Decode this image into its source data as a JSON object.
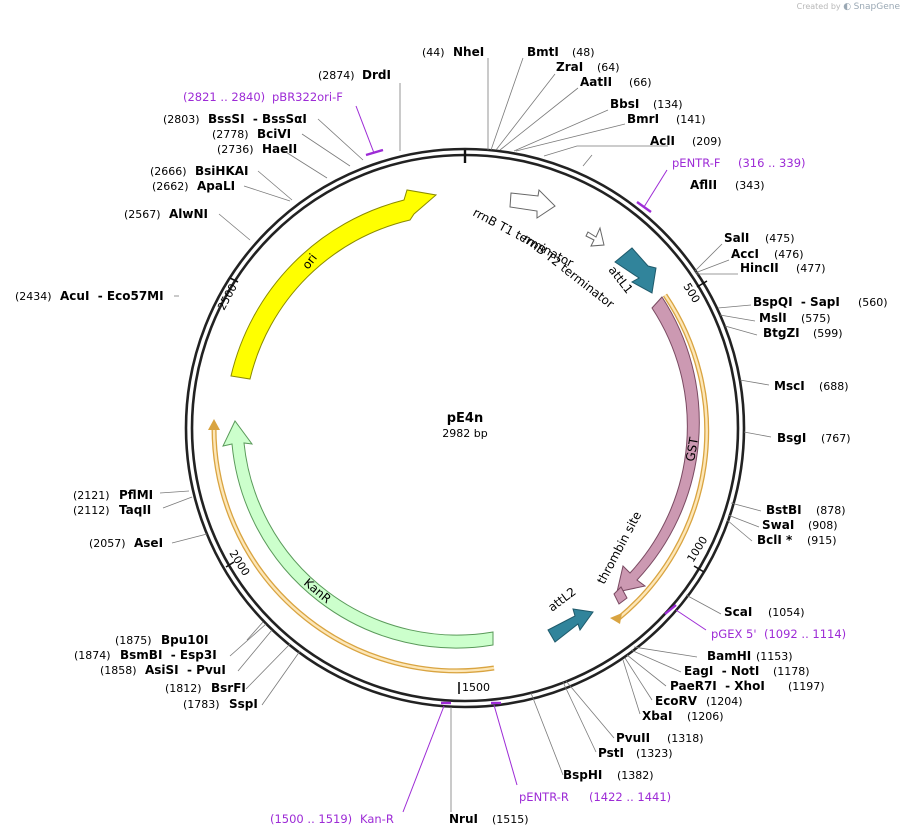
{
  "credit": {
    "prefix": "Created by",
    "brand": "SnapGene"
  },
  "plasmid": {
    "name": "pE4n",
    "size_label": "2982 bp",
    "length": 2982
  },
  "ticks": [
    {
      "label": "500",
      "bp": 500
    },
    {
      "label": "1000",
      "bp": 1000
    },
    {
      "label": "1500",
      "bp": 1500
    },
    {
      "label": "2000",
      "bp": 2000
    },
    {
      "label": "2500",
      "bp": 2500
    }
  ],
  "features": [
    {
      "name": "ori",
      "color": "#ffff00",
      "stroke": "#8a8a00",
      "label_color": "#000000"
    },
    {
      "name": "KanR",
      "color": "#ccffcc",
      "stroke": "#5a9a5a",
      "label_color": "#000000"
    },
    {
      "name": "GST",
      "color": "#cc99b2",
      "stroke": "#7a4a62",
      "label_color": "#000000"
    },
    {
      "name": "thrombin site",
      "color": "#cc99b2",
      "stroke": "#7a4a62",
      "label_color": "#000000"
    },
    {
      "name": "attL1",
      "color": "#31849b",
      "stroke": "#1f5a6b",
      "label_color": "#000000"
    },
    {
      "name": "attL2",
      "color": "#31849b",
      "stroke": "#1f5a6b",
      "label_color": "#000000"
    },
    {
      "name": "rrnB T1 terminator",
      "color": "#ffffff",
      "stroke": "#666666",
      "label_color": "#000000"
    },
    {
      "name": "rrnB T2 terminator",
      "color": "#ffffff",
      "stroke": "#666666",
      "label_color": "#000000"
    }
  ],
  "orfs": [
    {
      "name": "orf-right",
      "color": "#f5a623"
    },
    {
      "name": "orf-left",
      "color": "#f5a623"
    }
  ],
  "enzymes": [
    {
      "name": "NheI",
      "pos": "(44)"
    },
    {
      "name": "BmtI",
      "pos": "(48)"
    },
    {
      "name": "ZraI",
      "pos": "(64)"
    },
    {
      "name": "AatII",
      "pos": "(66)"
    },
    {
      "name": "BbsI",
      "pos": "(134)"
    },
    {
      "name": "BmrI",
      "pos": "(141)"
    },
    {
      "name": "AclI",
      "pos": "(209)"
    },
    {
      "name": "AflII",
      "pos": "(343)"
    },
    {
      "name": "SalI",
      "pos": "(475)"
    },
    {
      "name": "AccI",
      "pos": "(476)"
    },
    {
      "name": "HincII",
      "pos": "(477)"
    },
    {
      "name": "BspQI  - SapI",
      "pos": "(560)"
    },
    {
      "name": "MslI",
      "pos": "(575)"
    },
    {
      "name": "BtgZI",
      "pos": "(599)"
    },
    {
      "name": "MscI",
      "pos": "(688)"
    },
    {
      "name": "BsgI",
      "pos": "(767)"
    },
    {
      "name": "BstBI",
      "pos": "(878)"
    },
    {
      "name": "SwaI",
      "pos": "(908)"
    },
    {
      "name": "BclI *",
      "pos": "(915)"
    },
    {
      "name": "ScaI",
      "pos": "(1054)"
    },
    {
      "name": "BamHI",
      "pos": "(1153)"
    },
    {
      "name": "EagI  - NotI",
      "pos": "(1178)"
    },
    {
      "name": "PaeR7I  - XhoI",
      "pos": "(1197)"
    },
    {
      "name": "EcoRV",
      "pos": "(1204)"
    },
    {
      "name": "XbaI",
      "pos": "(1206)"
    },
    {
      "name": "PvuII",
      "pos": "(1318)"
    },
    {
      "name": "PstI",
      "pos": "(1323)"
    },
    {
      "name": "BspHI",
      "pos": "(1382)"
    },
    {
      "name": "NruI",
      "pos": "(1515)"
    },
    {
      "name": "SspI",
      "pos": "(1783)"
    },
    {
      "name": "BsrFI",
      "pos": "(1812)"
    },
    {
      "name": "AsiSI  - PvuI",
      "pos": "(1858)"
    },
    {
      "name": "BsmBI  - Esp3I",
      "pos": "(1874)"
    },
    {
      "name": "Bpu10I",
      "pos": "(1875)"
    },
    {
      "name": "AseI",
      "pos": "(2057)"
    },
    {
      "name": "TaqII",
      "pos": "(2112)"
    },
    {
      "name": "PflMI",
      "pos": "(2121)"
    },
    {
      "name": "AcuI  - Eco57MI",
      "pos": "(2434)"
    },
    {
      "name": "AlwNI",
      "pos": "(2567)"
    },
    {
      "name": "ApaLI",
      "pos": "(2662)"
    },
    {
      "name": "BsiHKAI",
      "pos": "(2666)"
    },
    {
      "name": "HaeII",
      "pos": "(2736)"
    },
    {
      "name": "BciVI",
      "pos": "(2778)"
    },
    {
      "name": "BssSI  - BssSαI",
      "pos": "(2803)"
    },
    {
      "name": "DrdI",
      "pos": "(2874)"
    }
  ],
  "primers": [
    {
      "name": "pBR322ori-F",
      "range": "(2821 .. 2840)"
    },
    {
      "name": "pENTR-F",
      "range": "(316 .. 339)"
    },
    {
      "name": "pGEX 5'",
      "range": "(1092 .. 1114)"
    },
    {
      "name": "pENTR-R",
      "range": "(1422 .. 1441)"
    },
    {
      "name": "Kan-R",
      "range": "(1500 .. 1519)"
    }
  ],
  "colors": {
    "primer": "#9d2bd6",
    "backbone": "#222222",
    "leader": "#7a7a7a"
  }
}
